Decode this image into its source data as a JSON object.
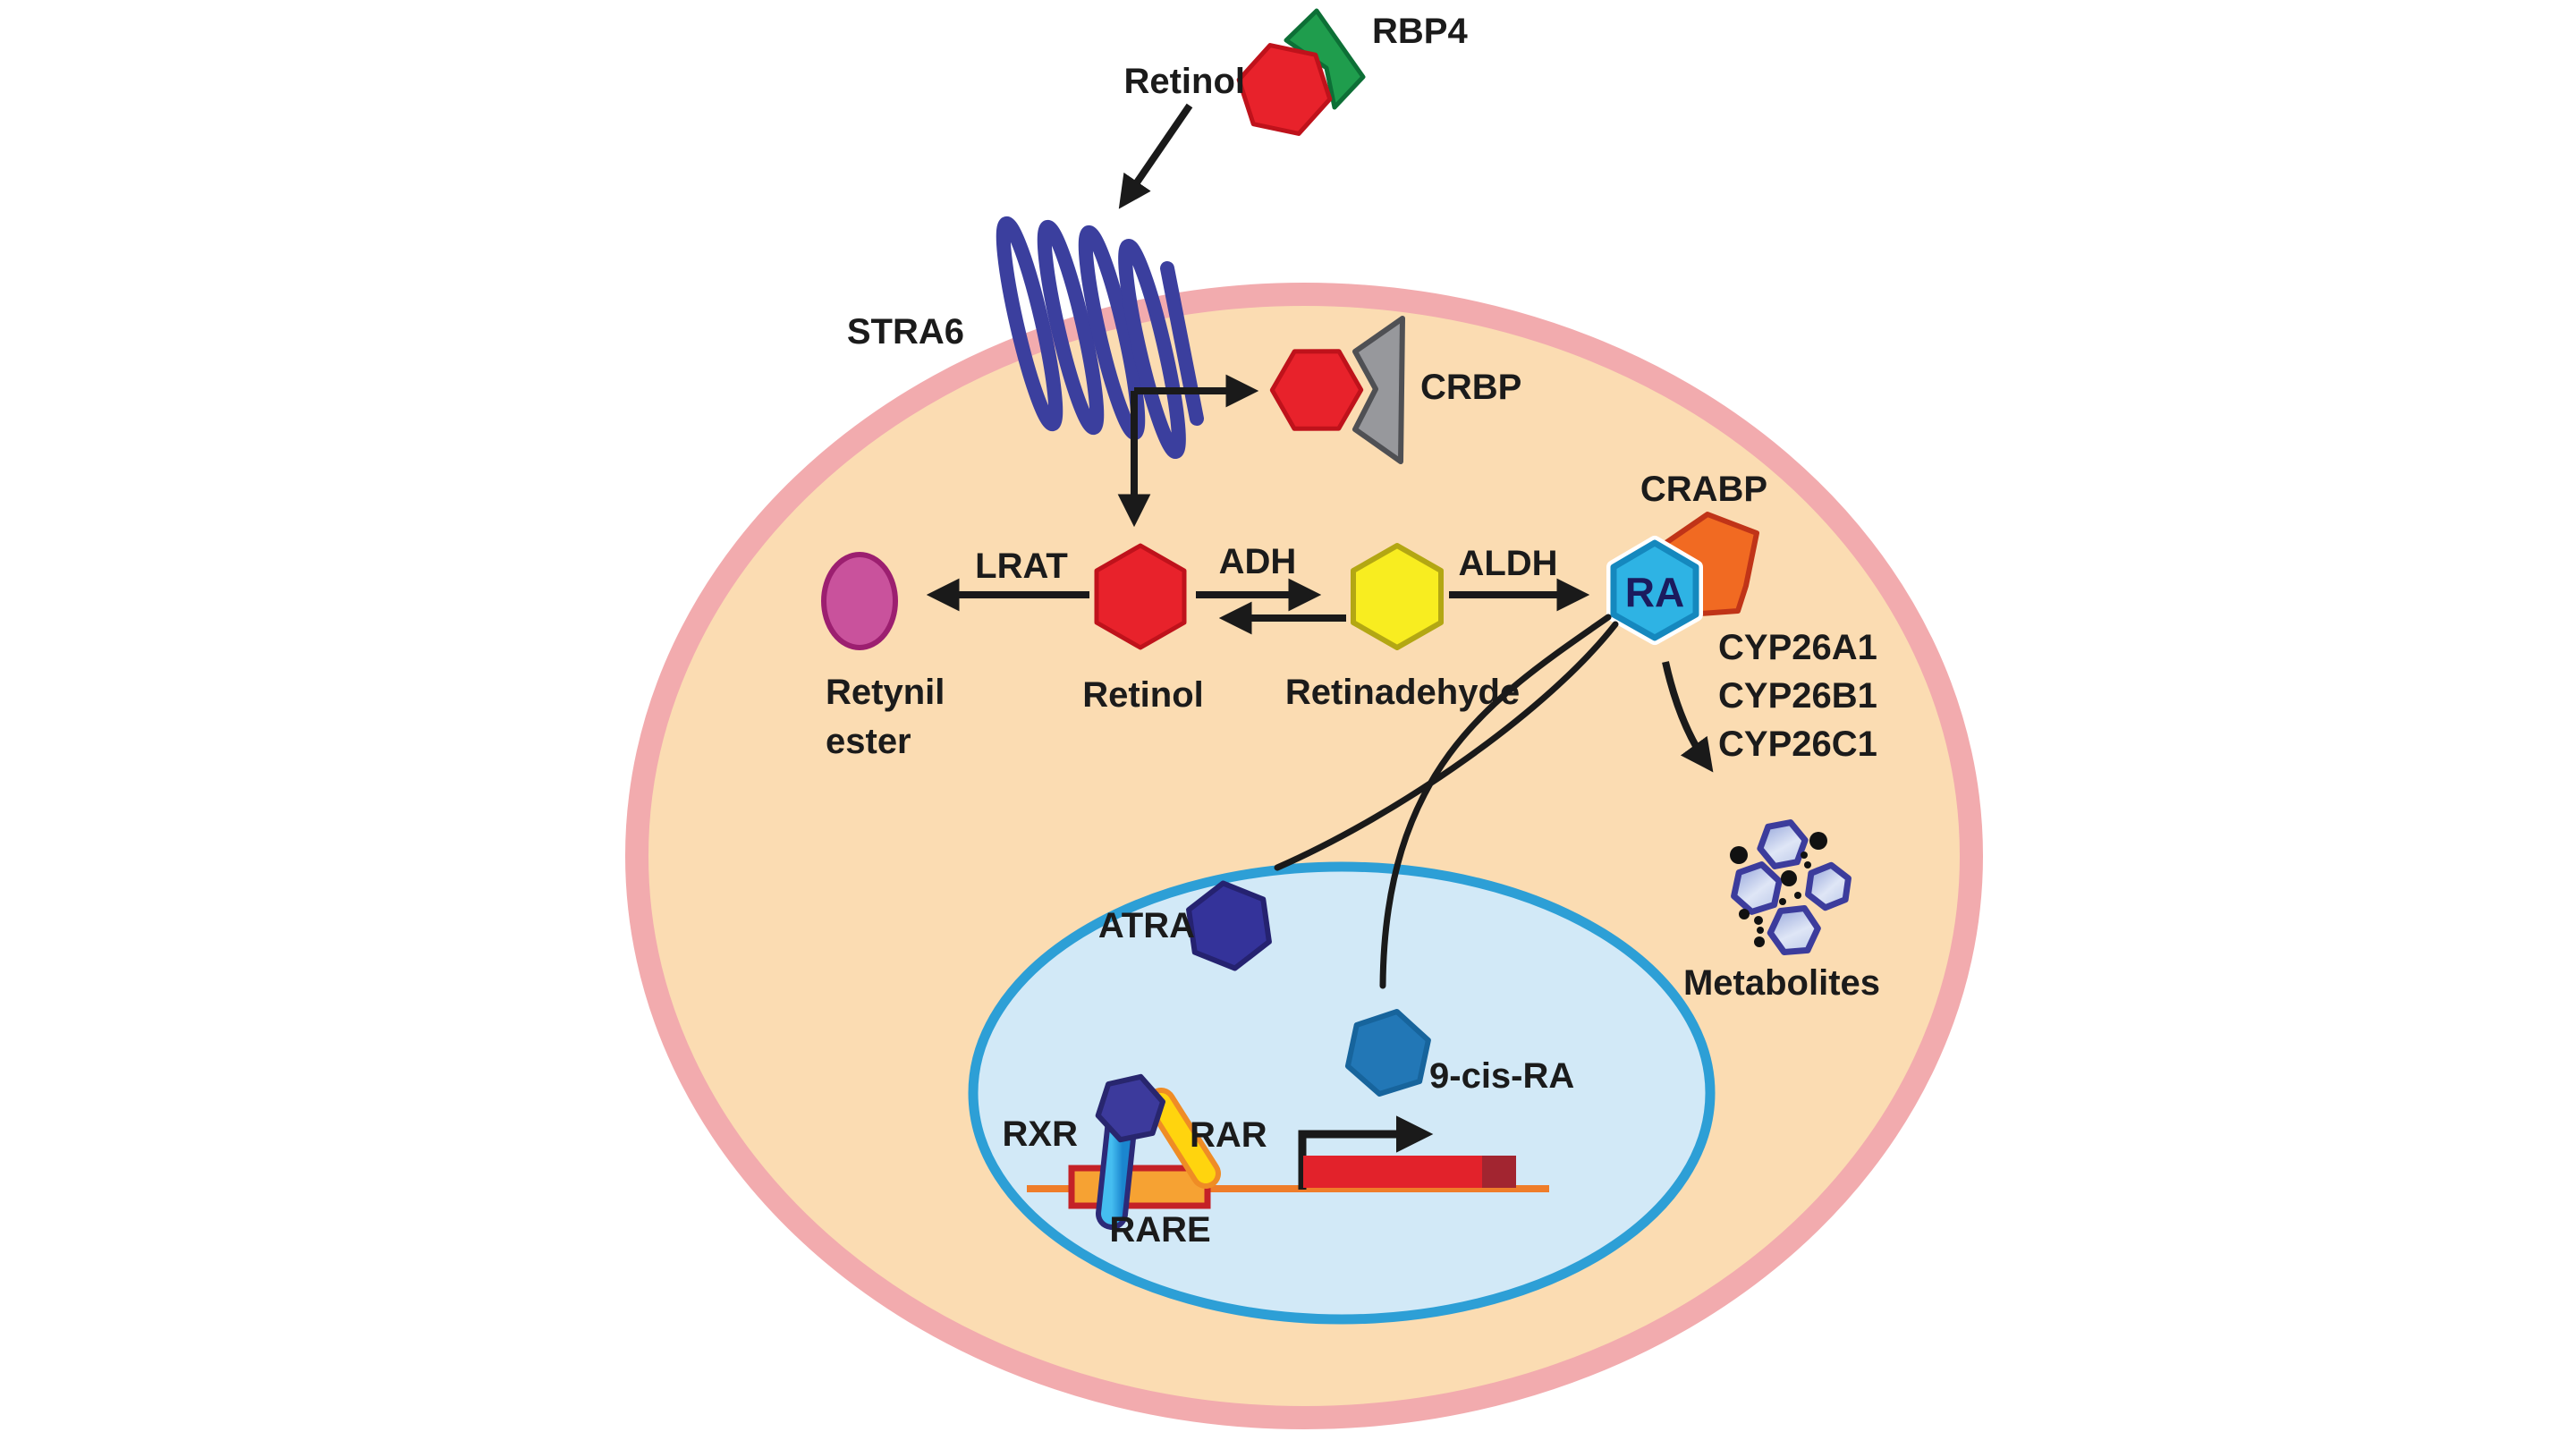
{
  "diagram_title": "Retinol uptake and retinoic acid signaling pathway",
  "labels": {
    "retinol_extracellular": "Retinol",
    "rbp4": "RBP4",
    "stra6": "STRA6",
    "crbp": "CRBP",
    "lrat": "LRAT",
    "retynil_ester_line1": "Retynil",
    "retynil_ester_line2": "ester",
    "retinol_cytosol": "Retinol",
    "adh": "ADH",
    "retinadehyde": "Retinadehyde",
    "aldh": "ALDH",
    "ra": "RA",
    "crabp": "CRABP",
    "cyp26": [
      "CYP26A1",
      "CYP26B1",
      "CYP26C1"
    ],
    "metabolites": "Metabolites",
    "atra": "ATRA",
    "nine_cis_ra": "9-cis-RA",
    "rxr": "RXR",
    "rar": "RAR",
    "rare": "RARE"
  },
  "colors": {
    "cell_fill": "#fbdcb2",
    "membrane_pink": "#f2abae",
    "nucleus_fill": "#d2e9f7",
    "nucleus_border": "#2d9fd6",
    "retinoid_red": "#e8222b",
    "rbp4_green": "#1f9d4d",
    "stra6_indigo": "#3b3f9e",
    "crbp_gray": "#97989c",
    "retynil_magenta": "#c9529c",
    "retinadehyde_yellow": "#f8ed20",
    "ra_cyan": "#2eb3e4",
    "crabp_orange": "#f16a22",
    "atra_navy": "#34339a",
    "nine_cis_blue": "#2277b6",
    "metabolite_border": "#3c3c9c",
    "dna_orange": "#ef7d2a",
    "rare_fill": "#f6a233",
    "rare_border": "#c42127",
    "gene_red": "#e2222b",
    "rar_yellow": "#ffd40e",
    "rxr_blue": "#2aa8e4",
    "arrow_black": "#1a1a1a"
  }
}
